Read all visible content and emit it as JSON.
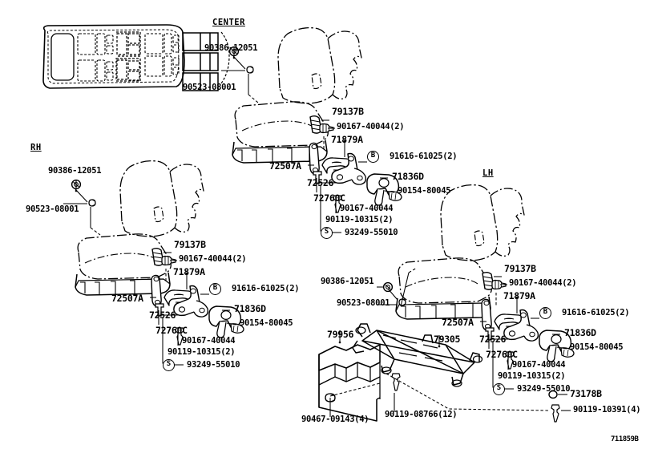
{
  "sheet": {
    "id": "711859B",
    "headers": [
      {
        "key": "center",
        "label": "CENTER"
      },
      {
        "key": "rh",
        "label": "RH"
      },
      {
        "key": "lh",
        "label": "LH"
      }
    ]
  },
  "floorplan": {
    "name": "vehicle-seating-layout"
  },
  "center_group": {
    "labels": [
      {
        "key": "c1",
        "text": "90386-12051"
      },
      {
        "key": "c2",
        "text": "90523-08001"
      },
      {
        "key": "c3",
        "text": "79137B"
      },
      {
        "key": "c4",
        "text": "90167-40044(2)"
      },
      {
        "key": "c5",
        "text": "71879A"
      },
      {
        "key": "c6",
        "text": "72507A"
      },
      {
        "key": "c7",
        "text": "91616-61025(2)"
      },
      {
        "key": "c8",
        "text": "71836D"
      },
      {
        "key": "c9",
        "text": "90154-80045"
      },
      {
        "key": "c10",
        "text": "72526"
      },
      {
        "key": "c11",
        "text": "72760C"
      },
      {
        "key": "c12",
        "text": "90167-40044"
      },
      {
        "key": "c13",
        "text": "90119-10315(2)"
      },
      {
        "key": "c14",
        "text": "93249-55010"
      }
    ],
    "marks": [
      {
        "key": "cb",
        "text": "B"
      },
      {
        "key": "cs",
        "text": "S"
      }
    ]
  },
  "rh_group": {
    "labels": [
      {
        "key": "r1",
        "text": "90386-12051"
      },
      {
        "key": "r2",
        "text": "90523-08001"
      },
      {
        "key": "r3",
        "text": "79137B"
      },
      {
        "key": "r4",
        "text": "90167-40044(2)"
      },
      {
        "key": "r5",
        "text": "71879A"
      },
      {
        "key": "r6",
        "text": "72507A"
      },
      {
        "key": "r7",
        "text": "91616-61025(2)"
      },
      {
        "key": "r8",
        "text": "71836D"
      },
      {
        "key": "r9",
        "text": "90154-80045"
      },
      {
        "key": "r10",
        "text": "72526"
      },
      {
        "key": "r11",
        "text": "72760C"
      },
      {
        "key": "r12",
        "text": "90167-40044"
      },
      {
        "key": "r13",
        "text": "90119-10315(2)"
      },
      {
        "key": "r14",
        "text": "93249-55010"
      }
    ],
    "marks": [
      {
        "key": "rb",
        "text": "B"
      },
      {
        "key": "rs",
        "text": "S"
      }
    ]
  },
  "lh_group": {
    "labels": [
      {
        "key": "l1",
        "text": "90386-12051"
      },
      {
        "key": "l2",
        "text": "90523-08001"
      },
      {
        "key": "l3",
        "text": "79137B"
      },
      {
        "key": "l4",
        "text": "90167-40044(2)"
      },
      {
        "key": "l5",
        "text": "71879A"
      },
      {
        "key": "l6",
        "text": "72507A"
      },
      {
        "key": "l7",
        "text": "91616-61025(2)"
      },
      {
        "key": "l8",
        "text": "71836D"
      },
      {
        "key": "l9",
        "text": "90154-80045"
      },
      {
        "key": "l10",
        "text": "72526"
      },
      {
        "key": "l11",
        "text": "72760C"
      },
      {
        "key": "l12",
        "text": "90167-40044"
      },
      {
        "key": "l13",
        "text": "90119-10315(2)"
      },
      {
        "key": "l14",
        "text": "93249-55010"
      }
    ],
    "marks": [
      {
        "key": "lb",
        "text": "B"
      },
      {
        "key": "ls",
        "text": "S"
      }
    ]
  },
  "frame_group": {
    "labels": [
      {
        "key": "f1",
        "text": "79956"
      },
      {
        "key": "f2",
        "text": "79305"
      },
      {
        "key": "f3",
        "text": "90467-09143(4)"
      },
      {
        "key": "f4",
        "text": "90119-08766(12)"
      },
      {
        "key": "f5",
        "text": "73178B"
      },
      {
        "key": "f6",
        "text": "90119-10391(4)"
      }
    ]
  }
}
